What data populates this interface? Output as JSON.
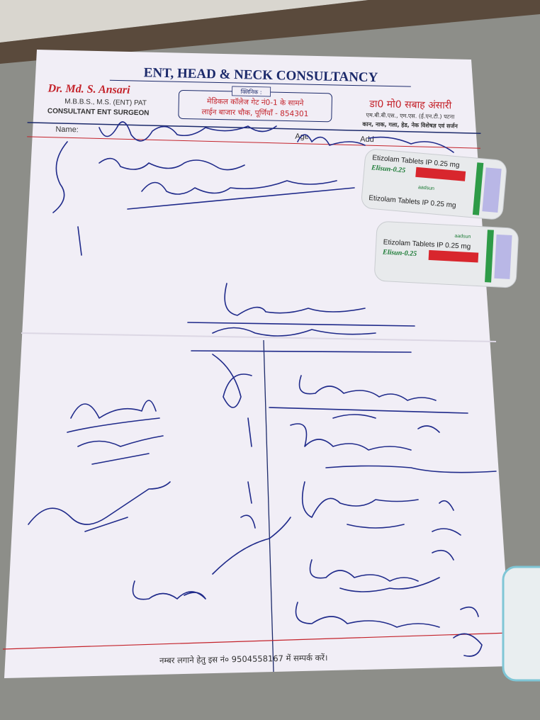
{
  "letterhead": {
    "title": "ENT, HEAD & NECK CONSULTANCY",
    "doctor_name_en": "Dr. Md. S. Ansari",
    "degrees_en": "M.B.B.S., M.S. (ENT) PAT",
    "designation_en": "CONSULTANT ENT SURGEON",
    "clinic_label": "क्लिनिक :",
    "clinic_address_line1": "मेडिकल कॉलेज गेट नं0-1 के सामने",
    "clinic_address_line2": "लाईन बाजार चौक, पूर्णियाँ - 854301",
    "doctor_name_hi": "डा0 मो0 सबाह अंसारी",
    "degrees_hi": "एम.बी.बी.एस., एम.एस. (ई.एन.टी.) पटना",
    "designation_hi": "कान, नाक, गला, हेड, नेक विशेषज्ञ एवं सर्जन",
    "name_label": "Name:",
    "age_label": "Age",
    "address_label": "Add"
  },
  "footer": {
    "contact_note": "नम्बर लगाने हेतु इस नं० 9504558167 में सम्पर्क करें।"
  },
  "medicine_packs": [
    {
      "brand": "Elisun-0.25",
      "generic": "Etizolam Tablets IP 0.25 mg",
      "maker": "aadsun"
    },
    {
      "brand": "Elisun-0.25",
      "generic": "Etizolam Tablets IP 0.25 mg",
      "maker": "aadsun"
    }
  ],
  "colors": {
    "paper": "#f1eef6",
    "header_blue": "#1c2a6b",
    "doctor_red": "#c4232b",
    "ink_blue": "#1f2a8a",
    "table_gray": "#8a8b86"
  }
}
